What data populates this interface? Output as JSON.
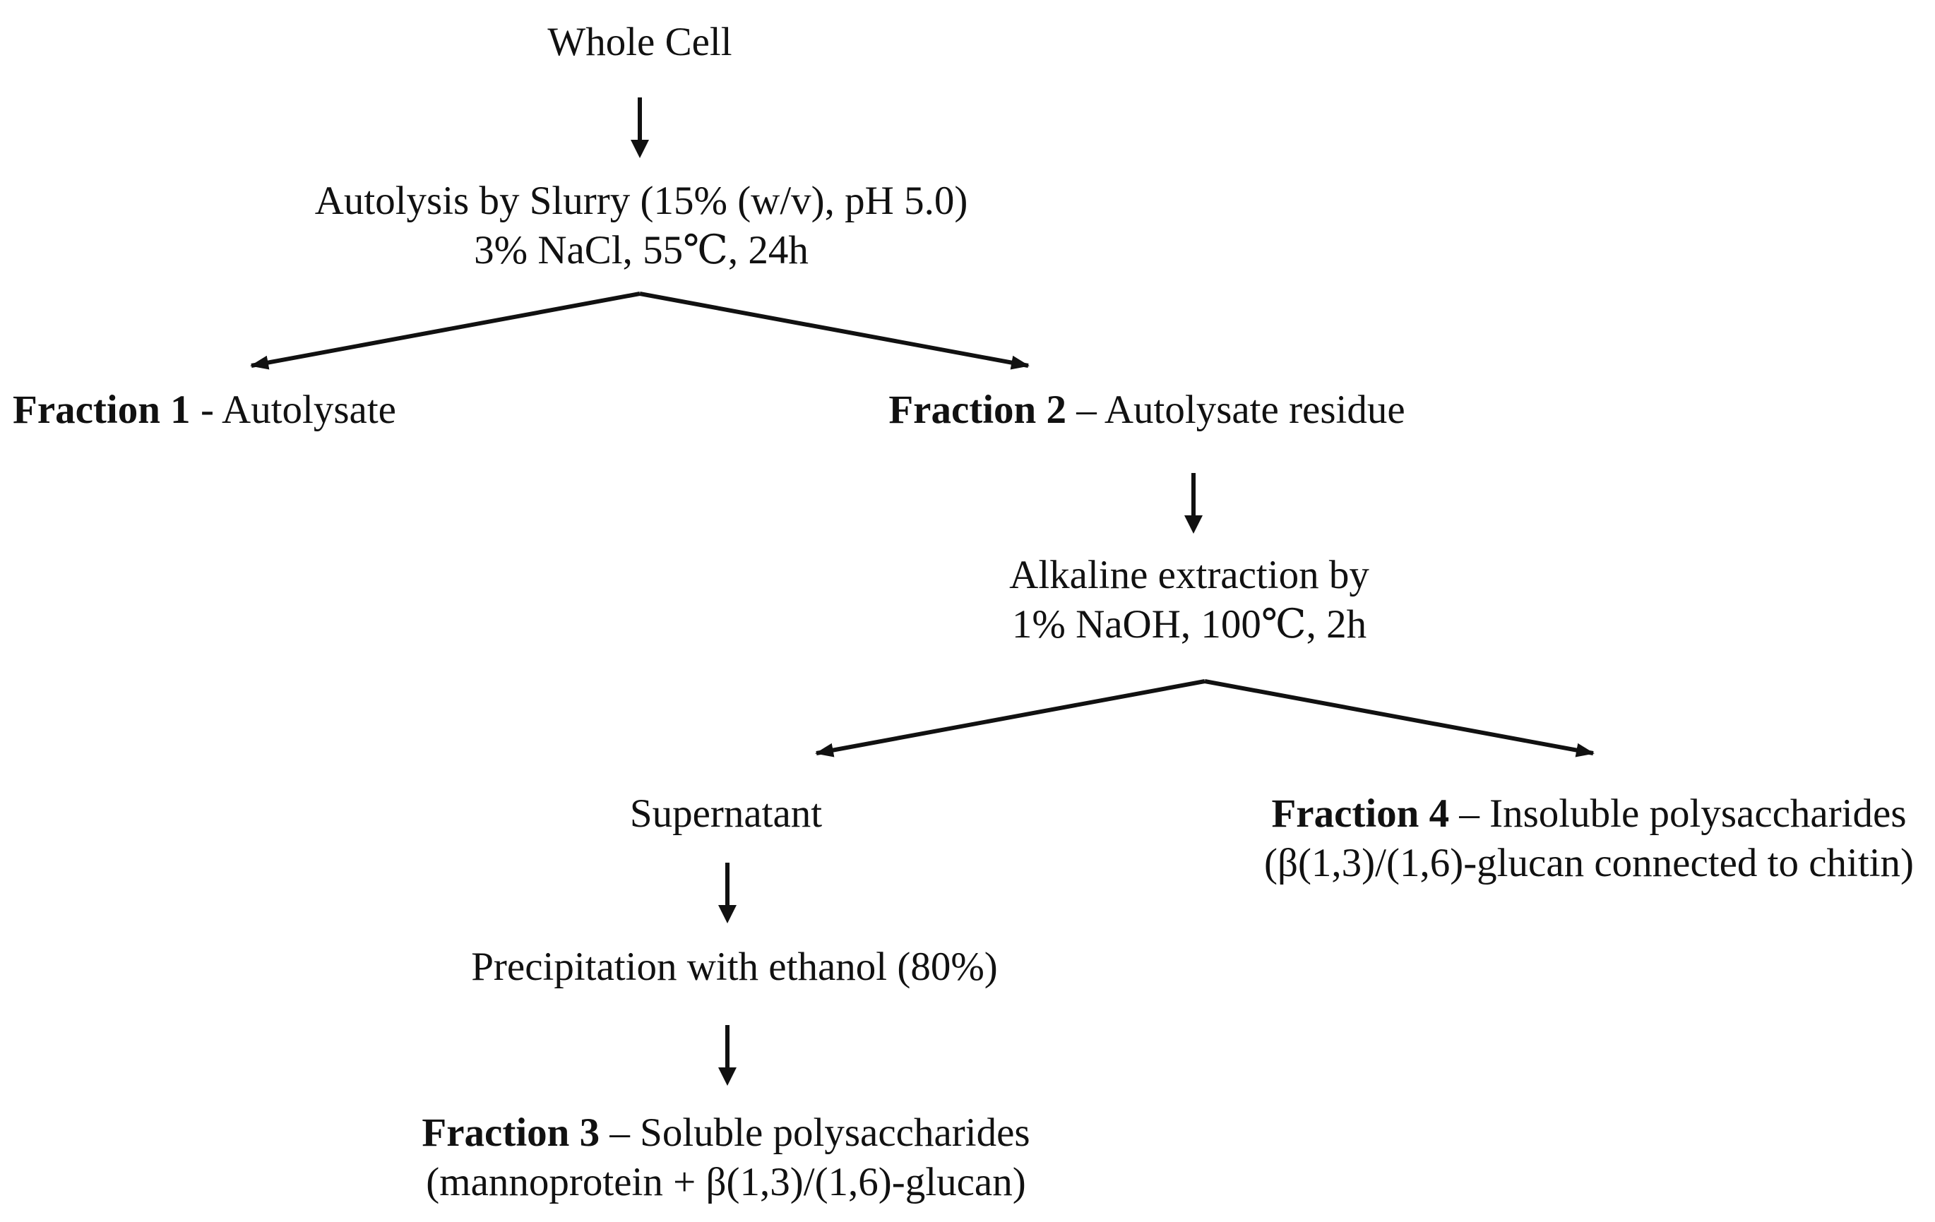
{
  "nodes": {
    "whole_cell": "Whole Cell",
    "autolysis_line1": "Autolysis by Slurry (15% (w/v), pH 5.0)",
    "autolysis_line2": "3% NaCl, 55℃, 24h",
    "fraction1_name": "Fraction 1",
    "fraction1_desc": " - Autolysate",
    "fraction2_name": "Fraction 2",
    "fraction2_desc": " – Autolysate residue",
    "alkaline_line1": "Alkaline extraction by",
    "alkaline_line2": "1% NaOH, 100℃, 2h",
    "supernatant": "Supernatant",
    "fraction4_name": "Fraction 4",
    "fraction4_desc": " – Insoluble polysaccharides",
    "fraction4_line2": "(β(1,3)/(1,6)-glucan connected to chitin)",
    "precipitation": "Precipitation with ethanol (80%)",
    "fraction3_name": "Fraction 3",
    "fraction3_desc": " – Soluble polysaccharides",
    "fraction3_line2": "(mannoprotein + β(1,3)/(1,6)-glucan)"
  },
  "colors": {
    "ink": "#111111",
    "background": "#ffffff"
  }
}
